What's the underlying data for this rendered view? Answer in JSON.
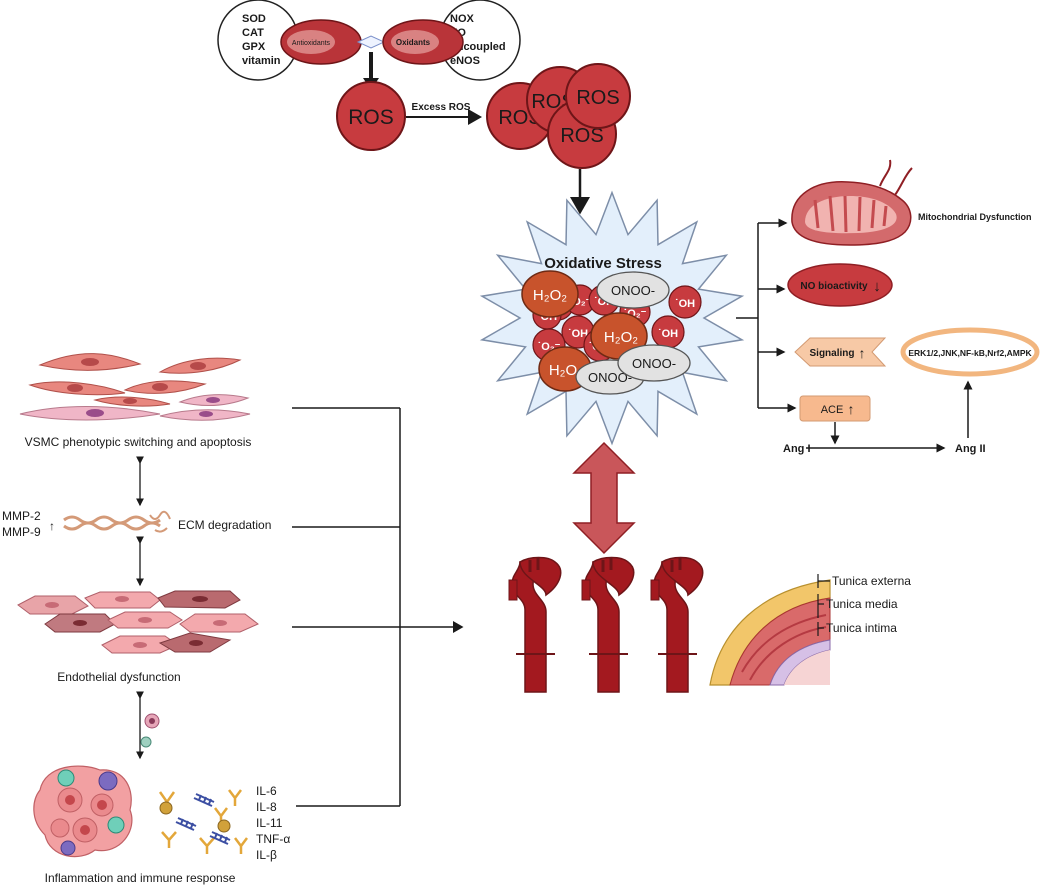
{
  "top": {
    "antioxidant_list": [
      "SOD",
      "CAT",
      "GPX",
      "vitamin"
    ],
    "antioxidants_label": "Antioxidants",
    "oxidants_label": "Oxidants",
    "oxidant_list": [
      "NOX",
      "XO",
      "uncoupled",
      "eNOS"
    ],
    "ros_label": "ROS",
    "excess_ros_label": "Excess ROS"
  },
  "stress": {
    "title": "Oxidative Stress",
    "h2o2": "H₂O₂",
    "h2o": "H₂O",
    "onoo": "ONOO-",
    "oh": "˙OH",
    "o2": "˙O₂⁻"
  },
  "effects": {
    "mito": "Mitochondrial Dysfunction",
    "no": "NO bioactivity",
    "down_arrow": "↓",
    "up_arrow": "↑",
    "signaling": "Signaling",
    "pathways": "ERK1/2,JNK,NF-kB,Nrf2,AMPK",
    "ace": "ACE",
    "ang1": "Ang I",
    "ang2": "Ang II"
  },
  "left": {
    "vsmc": "VSMC phenotypic switching and apoptosis",
    "mmp2": "MMP-2",
    "mmp9": "MMP-9",
    "ecm": "ECM degradation",
    "endothelial": "Endothelial dysfunction",
    "inflammation": "Inflammation and immune response",
    "cytokines": [
      "IL-6",
      "IL-8",
      "IL-11",
      "TNF-α",
      "IL-β"
    ]
  },
  "aorta": {
    "externa": "Tunica externa",
    "media": "Tunica media",
    "intima": "Tunica intima"
  },
  "colors": {
    "ros_red": "#c73b3f",
    "dark_red": "#8f1f24",
    "orange": "#c8532c",
    "vessel": "#a3191f",
    "cell_pink": "#e8877f",
    "ace_fill": "#f7b98e"
  }
}
